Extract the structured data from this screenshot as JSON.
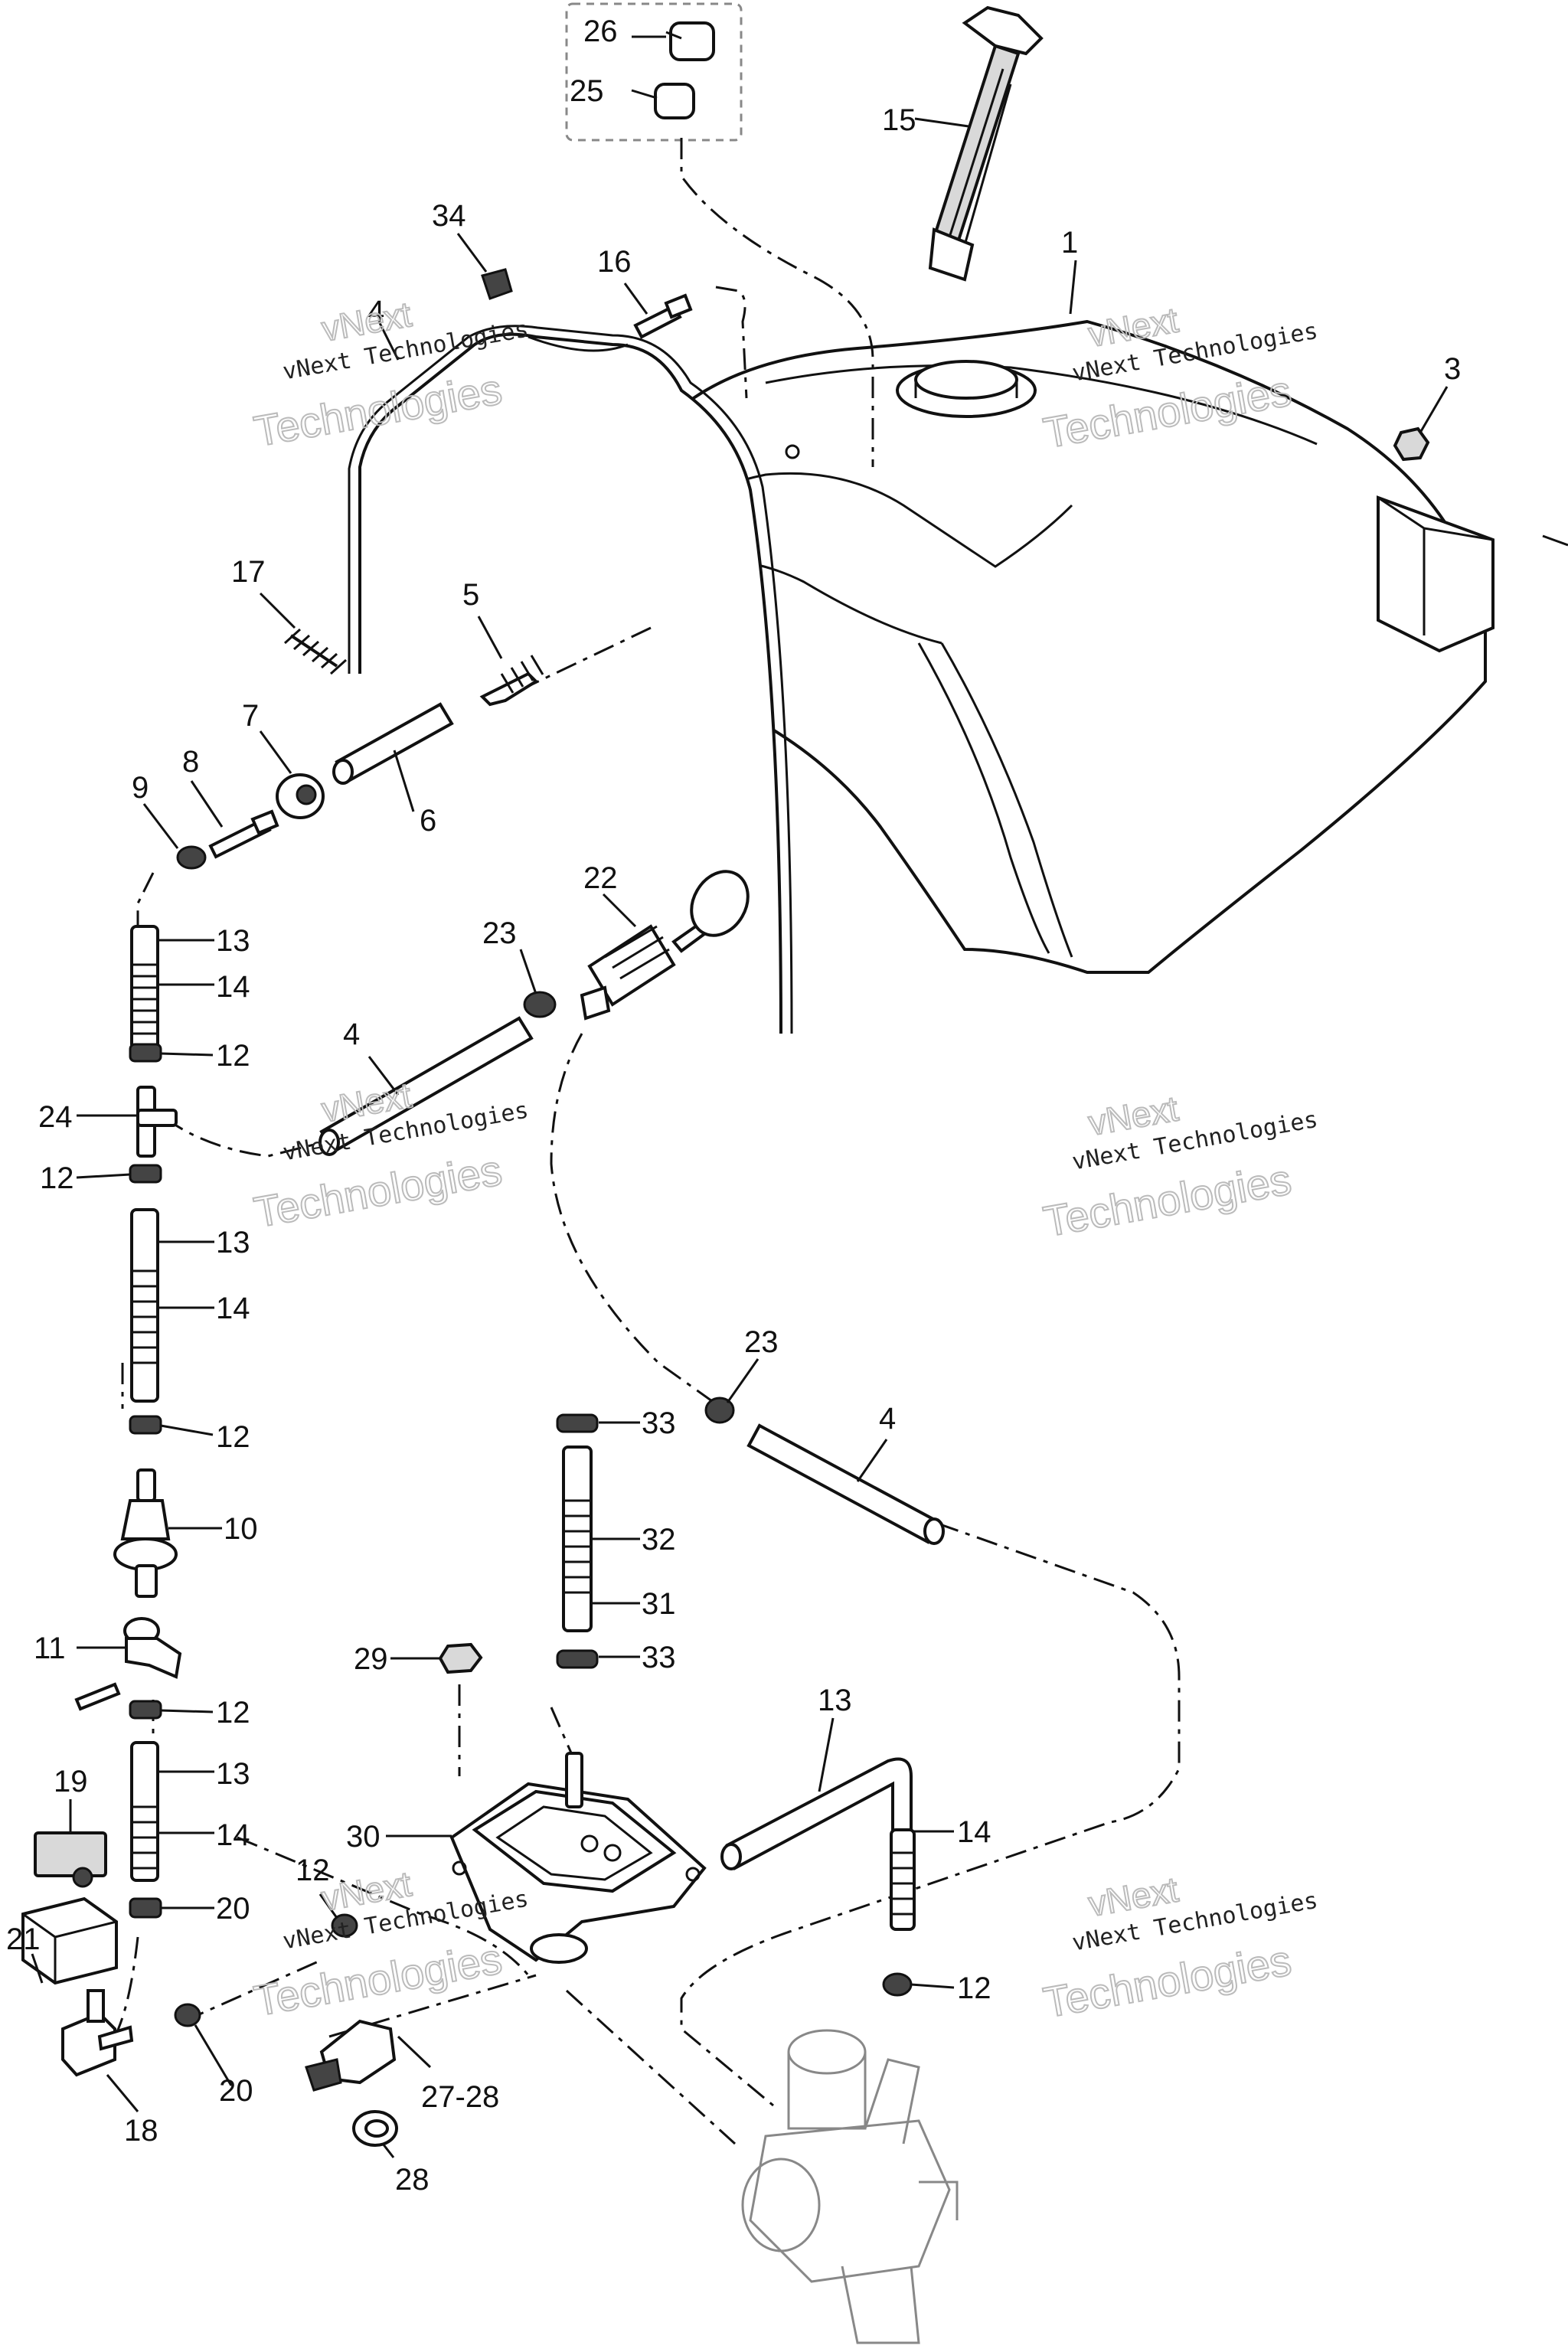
{
  "callouts": {
    "c1": "1",
    "c3": "3",
    "c4a": "4",
    "c4b": "4",
    "c4c": "4",
    "c5": "5",
    "c6": "6",
    "c7": "7",
    "c8": "8",
    "c9": "9",
    "c10": "10",
    "c11": "11",
    "c12a": "12",
    "c12b": "12",
    "c12c": "12",
    "c12d": "12",
    "c12e": "12",
    "c12f": "12",
    "c13a": "13",
    "c13b": "13",
    "c13c": "13",
    "c13d": "13",
    "c14a": "14",
    "c14b": "14",
    "c14c": "14",
    "c14d": "14",
    "c15": "15",
    "c16": "16",
    "c17": "17",
    "c18": "18",
    "c19": "19",
    "c20a": "20",
    "c20b": "20",
    "c21": "21",
    "c22": "22",
    "c23a": "23",
    "c23b": "23",
    "c24": "24",
    "c25": "25",
    "c26": "26",
    "c2728": "27-28",
    "c28": "28",
    "c29": "29",
    "c30": "30",
    "c31": "31",
    "c32": "32",
    "c33a": "33",
    "c33b": "33",
    "c34": "34"
  },
  "watermark": {
    "line1": "vNext",
    "line2": "vNext Technologies",
    "line3": "Technologies"
  }
}
